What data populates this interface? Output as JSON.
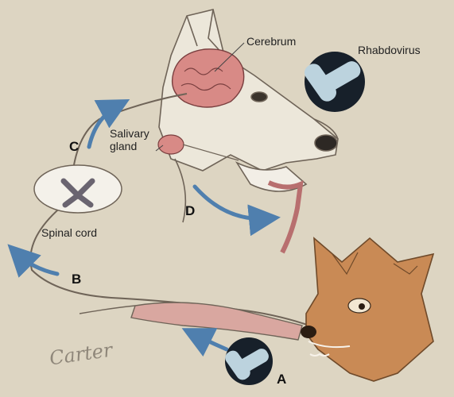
{
  "labels": {
    "cerebrum": "Cerebrum",
    "rhabdovirus": "Rhabdovirus",
    "salivary_gland": "Salivary\ngland",
    "spinal_cord": "Spinal cord"
  },
  "steps": {
    "a": "A",
    "b": "B",
    "c": "C",
    "d": "D"
  },
  "signature": "Carter",
  "colors": {
    "background": "#ddd5c2",
    "arrow": "#4f7fae",
    "virus_bubble": "#17202a",
    "virus": "#bcd3de",
    "brain": "#d88a86",
    "fox_fur": "#c98a55",
    "outline": "#6f6458"
  }
}
